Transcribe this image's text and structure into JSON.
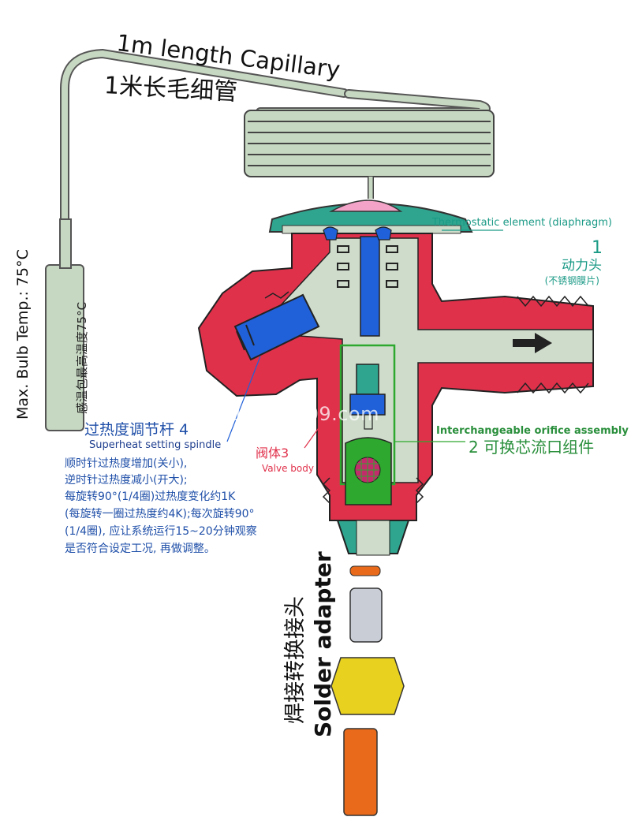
{
  "capillary": {
    "label_en": "1m length Capillary",
    "label_cn": "1米长毛细管"
  },
  "bulb": {
    "label_en": "Max. Bulb Temp.: 75°C",
    "label_cn": "感温包最高温度75°C"
  },
  "thermostatic_element": {
    "label_en": "Thermostatic element (diaphragm)",
    "number": "1",
    "label_cn": "动力头",
    "sub_cn": "(不锈钢膜片)"
  },
  "orifice": {
    "label_en": "Interchangeable orifice assembly",
    "label_cn": "2 可换芯流口组件"
  },
  "valve_body": {
    "label_cn": "阀体3",
    "label_en": "Valve body"
  },
  "spindle": {
    "label_cn": "过热度调节杆 4",
    "label_en": "Superheat setting spindle",
    "notes": [
      "顺时针过热度增加(关小),",
      "逆时针过热度减小(开大);",
      "每旋转90°(1/4圈)过热度变化约1K",
      "(每旋转一圈过热度约4K);每次旋转90°",
      "(1/4圈), 应让系统运行15~20分钟观察",
      "是否符合设定工况, 再做调整。"
    ]
  },
  "solder_adapter": {
    "label_en": "Solder adapter",
    "label_cn": "焊接转换接头"
  },
  "watermark": "cn1511445909.com",
  "colors": {
    "body": "#e0314b",
    "hollow": "#cfdccb",
    "tube": "#c7d8c2",
    "blue_part": "#2060d8",
    "teal_part": "#2fa58f",
    "green_cage": "#2ea82e",
    "pink": "#f3a3c7",
    "brass": "#e8d21f",
    "copper": "#e86a1a"
  },
  "icons": [
    "flow-direction-arrow-icon",
    "mesh-filter-icon"
  ]
}
